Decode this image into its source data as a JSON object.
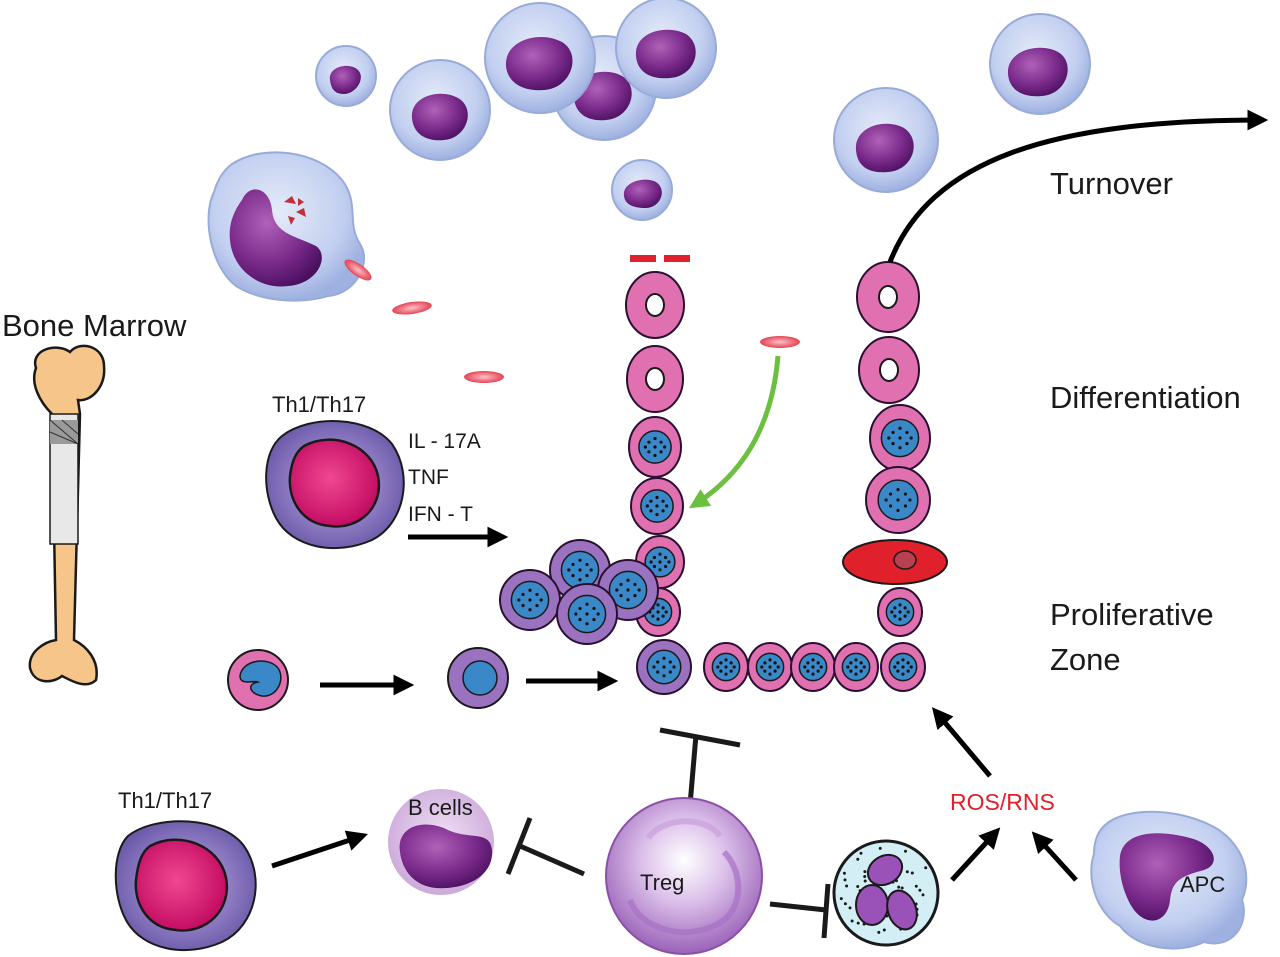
{
  "labels": {
    "bone_marrow": "Bone Marrow",
    "turnover": "Turnover",
    "differentiation": "Differentiation",
    "proliferative_line1": "Proliferative",
    "proliferative_line2": "Zone",
    "th_top": "Th1/Th17",
    "th_bottom": "Th1/Th17",
    "cytokine_1": "IL - 17A",
    "cytokine_2": "TNF",
    "cytokine_3": "IFN - T",
    "b_cells": "B cells",
    "treg": "Treg",
    "ros_rns": "ROS/RNS",
    "apc": "APC"
  },
  "colors": {
    "epithelium": "#e070b0",
    "epithelium_stroke": "#2a1030",
    "nucleus_blue": "#3a88c8",
    "cell_lavender": "#b9c8ea",
    "nucleus_purple": "#7a2a8a",
    "th_magenta": "#d8106a",
    "th_outer": "#8a78c0",
    "ros_red": "#e0202a",
    "green_arrow": "#6cc040",
    "bone": "#f5c58a"
  }
}
